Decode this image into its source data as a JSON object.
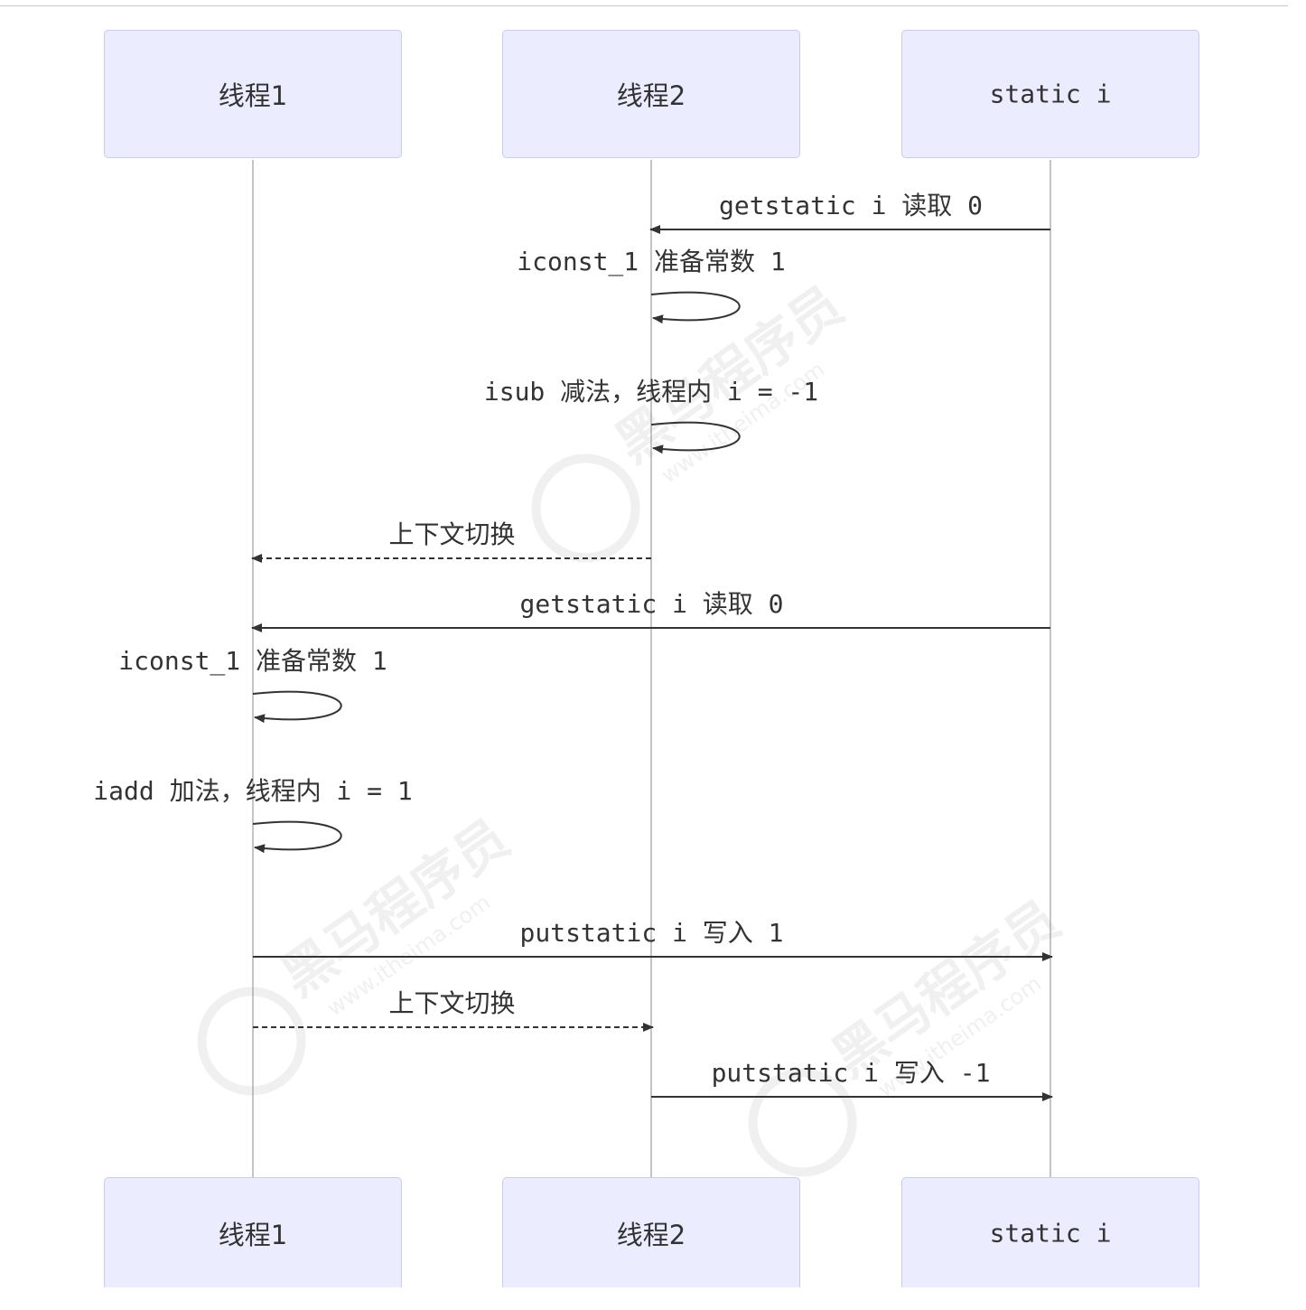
{
  "actors": [
    {
      "id": "t1",
      "label": "线程1"
    },
    {
      "id": "t2",
      "label": "线程2"
    },
    {
      "id": "si",
      "label": "static i"
    }
  ],
  "messages": [
    {
      "from": "si",
      "to": "t2",
      "style": "solid",
      "label": "getstatic i 读取 0"
    },
    {
      "from": "t2",
      "to": "t2",
      "style": "self",
      "label": "iconst_1 准备常数 1"
    },
    {
      "from": "t2",
      "to": "t2",
      "style": "self",
      "label": "isub 减法，线程内 i = -1"
    },
    {
      "from": "t2",
      "to": "t1",
      "style": "dashed",
      "label": "上下文切换"
    },
    {
      "from": "si",
      "to": "t1",
      "style": "solid",
      "label": "getstatic i 读取 0"
    },
    {
      "from": "t1",
      "to": "t1",
      "style": "self",
      "label": "iconst_1 准备常数 1"
    },
    {
      "from": "t1",
      "to": "t1",
      "style": "self",
      "label": "iadd 加法，线程内 i = 1"
    },
    {
      "from": "t1",
      "to": "si",
      "style": "solid",
      "label": "putstatic i 写入 1"
    },
    {
      "from": "t1",
      "to": "t2",
      "style": "dashed",
      "label": "上下文切换"
    },
    {
      "from": "t2",
      "to": "si",
      "style": "solid",
      "label": "putstatic i 写入 -1"
    }
  ],
  "watermark": {
    "text": "黑马程序员",
    "url": "www.itheima.com",
    "color": "#f0f0f0"
  },
  "colors": {
    "actor_fill": "#ececff",
    "actor_border": "#c9c9f2",
    "line": "#333333",
    "lifeline": "#8a8a8a"
  }
}
